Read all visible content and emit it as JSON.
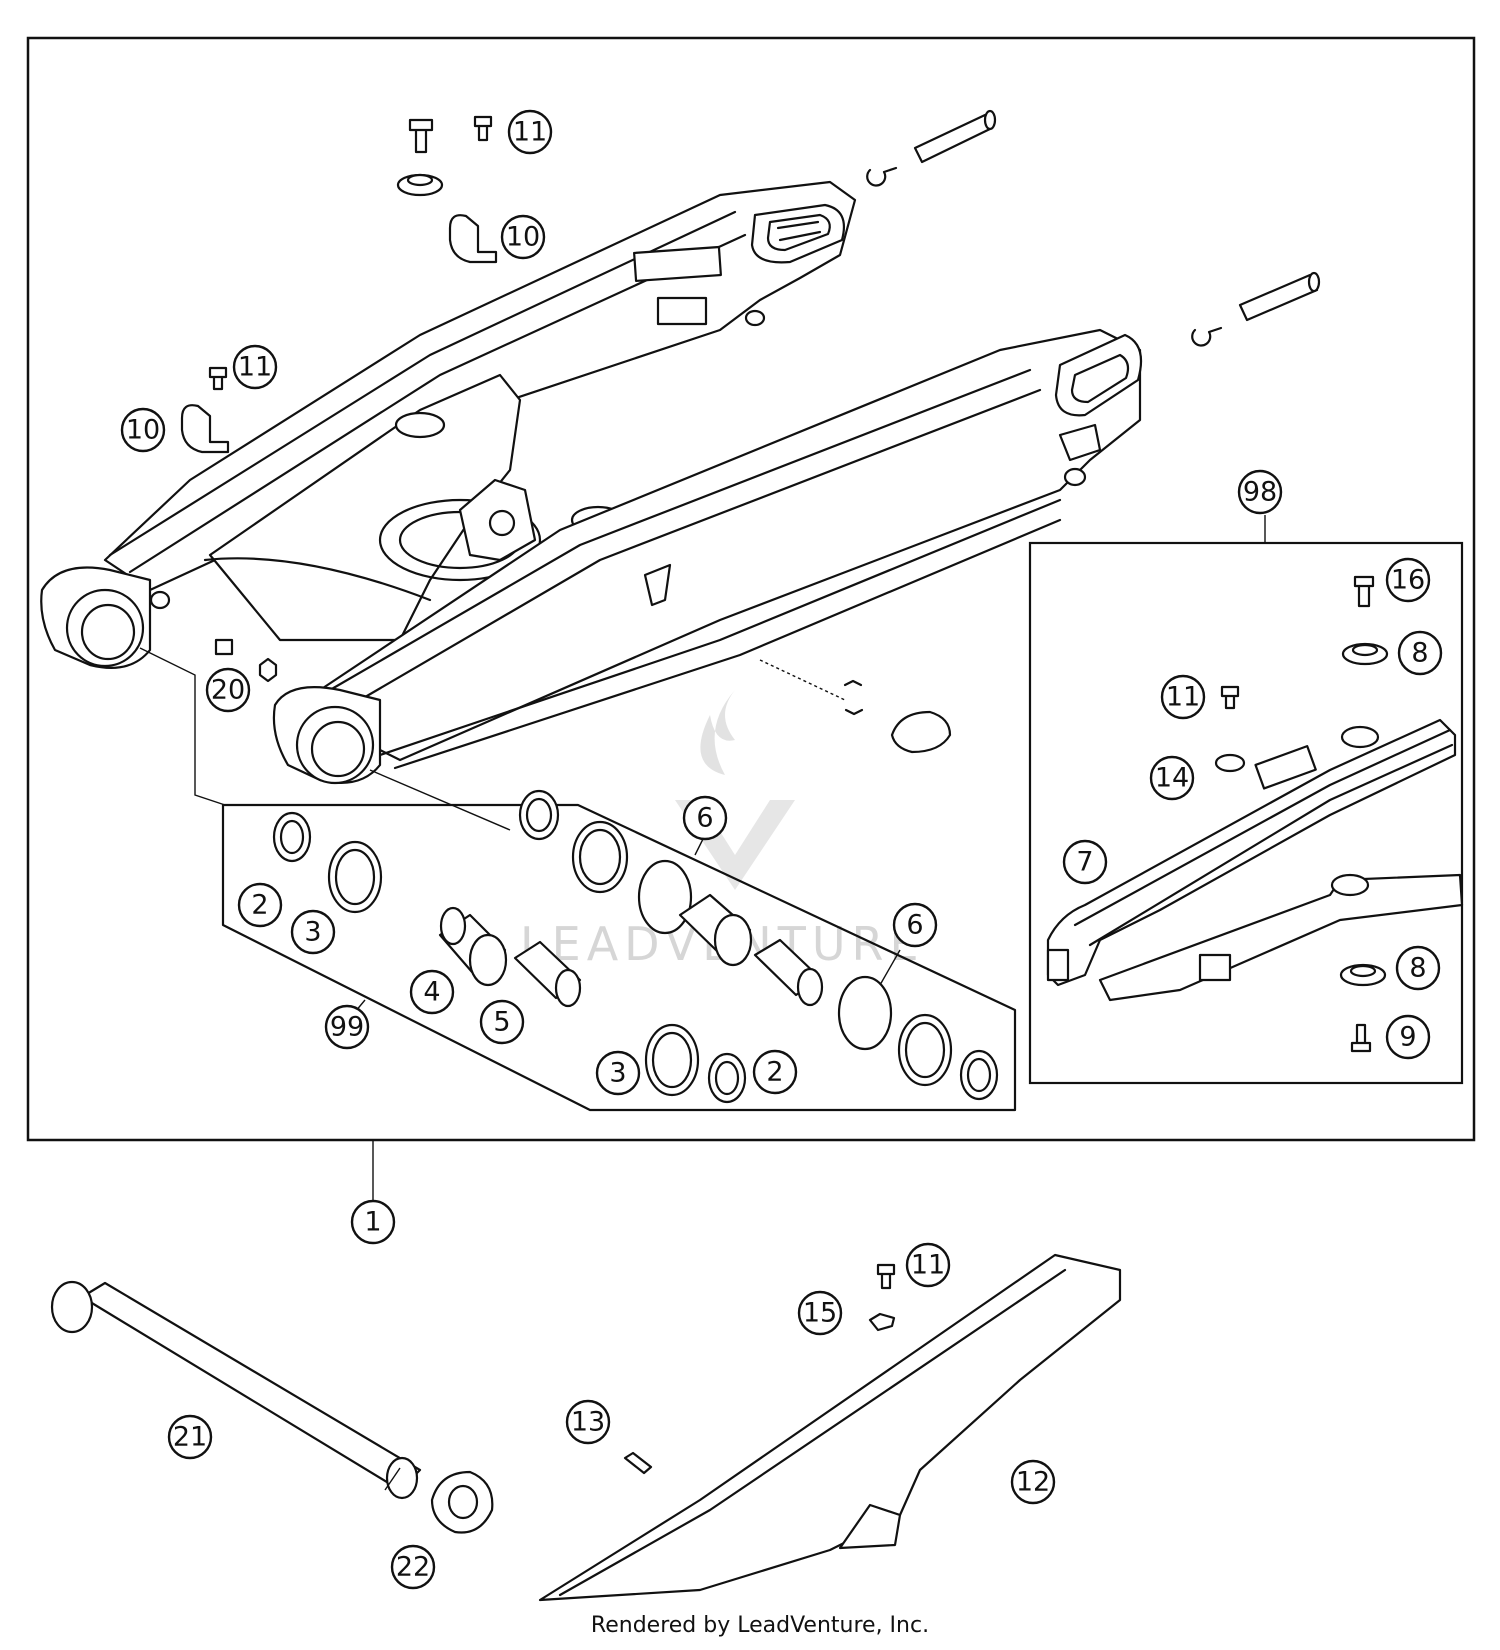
{
  "diagram": {
    "footer": "Rendered by LeadVenture, Inc.",
    "watermark": "LEADVENTURE",
    "callouts": [
      {
        "id": "c11a",
        "label": "11"
      },
      {
        "id": "c10a",
        "label": "10"
      },
      {
        "id": "c11b",
        "label": "11"
      },
      {
        "id": "c10b",
        "label": "10"
      },
      {
        "id": "c20",
        "label": "20"
      },
      {
        "id": "c98",
        "label": "98"
      },
      {
        "id": "c16",
        "label": "16"
      },
      {
        "id": "c8a",
        "label": "8"
      },
      {
        "id": "c11c",
        "label": "11"
      },
      {
        "id": "c14",
        "label": "14"
      },
      {
        "id": "c7",
        "label": "7"
      },
      {
        "id": "c8b",
        "label": "8"
      },
      {
        "id": "c9",
        "label": "9"
      },
      {
        "id": "c6a",
        "label": "6"
      },
      {
        "id": "c6b",
        "label": "6"
      },
      {
        "id": "c2a",
        "label": "2"
      },
      {
        "id": "c3a",
        "label": "3"
      },
      {
        "id": "c4",
        "label": "4"
      },
      {
        "id": "c5",
        "label": "5"
      },
      {
        "id": "c99",
        "label": "99"
      },
      {
        "id": "c3b",
        "label": "3"
      },
      {
        "id": "c2b",
        "label": "2"
      },
      {
        "id": "c1",
        "label": "1"
      },
      {
        "id": "c11d",
        "label": "11"
      },
      {
        "id": "c15",
        "label": "15"
      },
      {
        "id": "c21",
        "label": "21"
      },
      {
        "id": "c13",
        "label": "13"
      },
      {
        "id": "c12",
        "label": "12"
      },
      {
        "id": "c22",
        "label": "22"
      }
    ]
  }
}
